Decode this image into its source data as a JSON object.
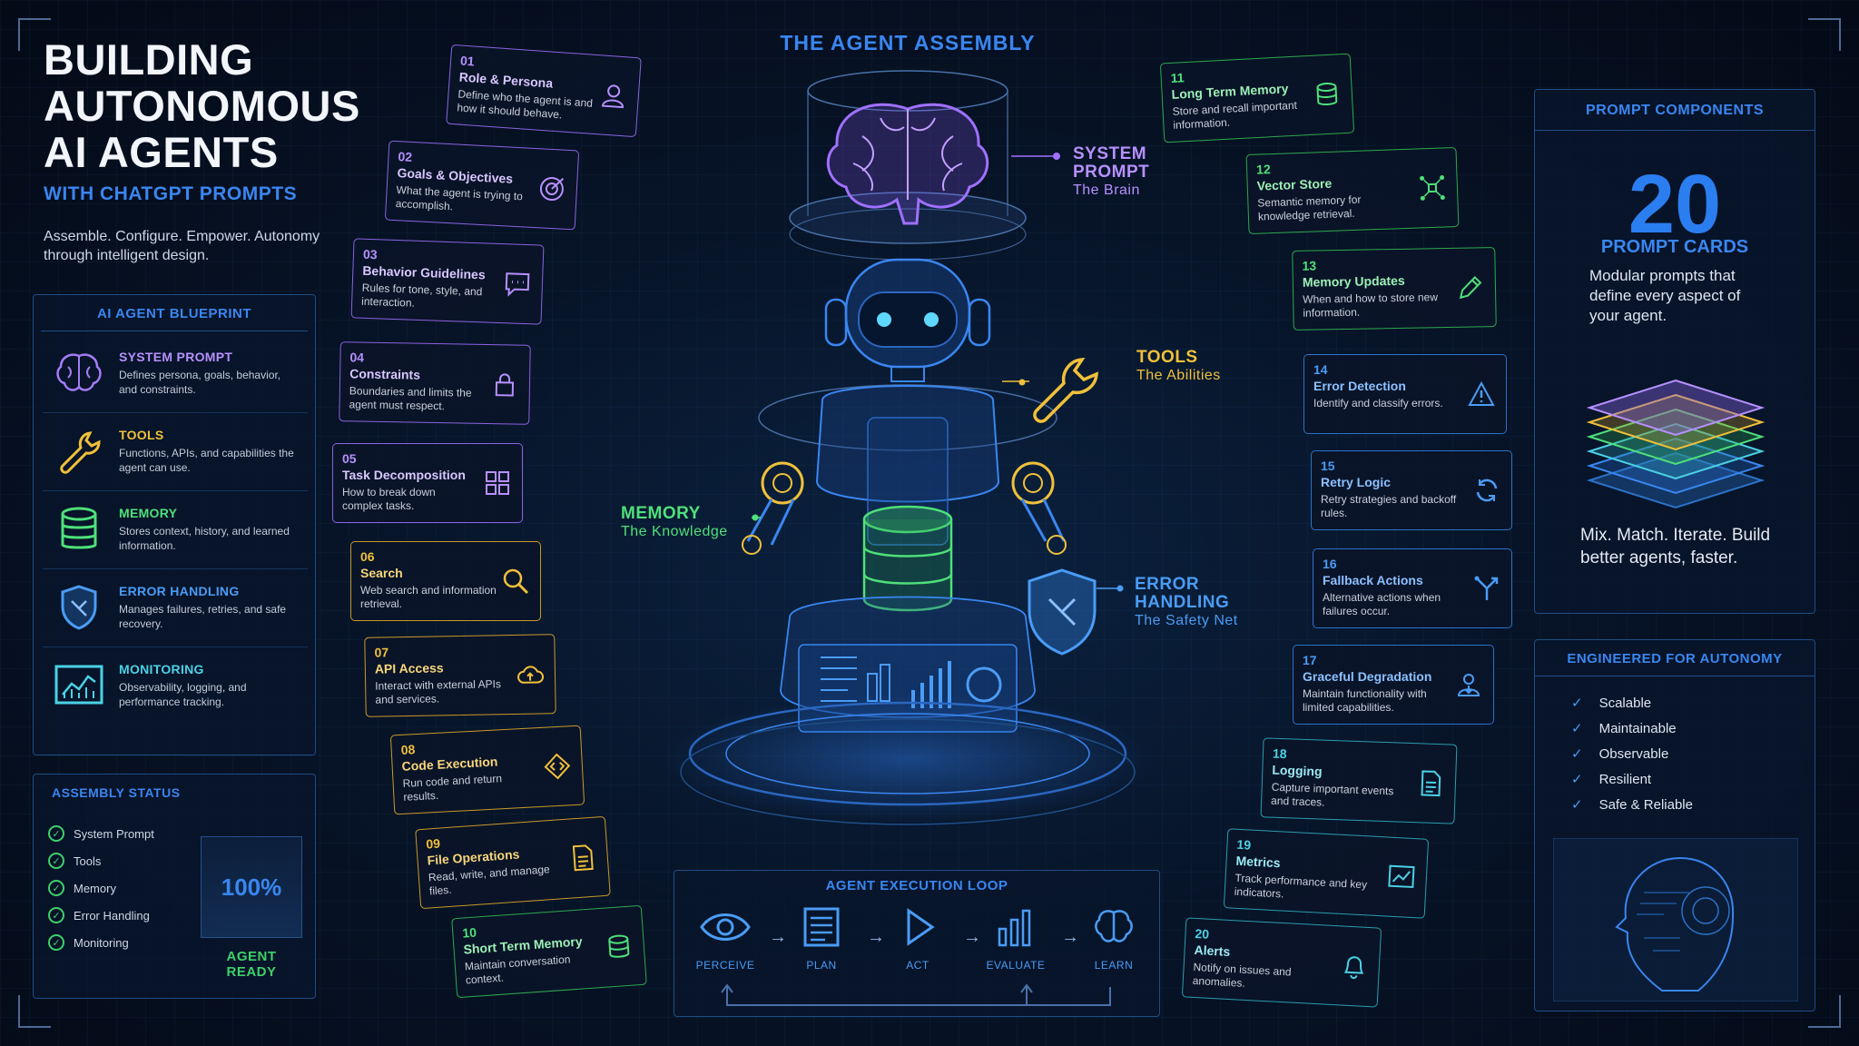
{
  "header": {
    "title": "BUILDING AUTONOMOUS AI AGENTS",
    "subtitle": "WITH CHATGPT PROMPTS",
    "tagline": "Assemble. Configure. Empower. Autonomy through intelligent design."
  },
  "blueprint": {
    "title": "AI AGENT BLUEPRINT",
    "items": [
      {
        "name": "SYSTEM PROMPT",
        "desc": "Defines persona, goals, behavior, and constraints.",
        "color": "#b690ff",
        "icon": "brain-icon"
      },
      {
        "name": "TOOLS",
        "desc": "Functions, APIs, and capabilities the agent can use.",
        "color": "#f0c03a",
        "icon": "wrench-icon"
      },
      {
        "name": "MEMORY",
        "desc": "Stores context, history, and learned information.",
        "color": "#4fe07a",
        "icon": "database-icon"
      },
      {
        "name": "ERROR HANDLING",
        "desc": "Manages failures, retries, and safe recovery.",
        "color": "#4a9cf5",
        "icon": "shield-icon"
      },
      {
        "name": "MONITORING",
        "desc": "Observability, logging, and performance tracking.",
        "color": "#4bd2e6",
        "icon": "chart-icon"
      }
    ]
  },
  "status": {
    "title": "ASSEMBLY STATUS",
    "items": [
      "System Prompt",
      "Tools",
      "Memory",
      "Error Handling",
      "Monitoring"
    ],
    "percent": "100%",
    "ready": "AGENT READY"
  },
  "assembly_title": "THE AGENT ASSEMBLY",
  "callouts": {
    "system": {
      "title1": "SYSTEM",
      "title2": "PROMPT",
      "sub": "The Brain"
    },
    "tools": {
      "title": "TOOLS",
      "sub": "The Abilities"
    },
    "memory": {
      "title": "MEMORY",
      "sub": "The Knowledge"
    },
    "error": {
      "title1": "ERROR",
      "title2": "HANDLING",
      "sub": "The Safety Net"
    }
  },
  "cards": [
    {
      "num": "01",
      "title": "Role & Persona",
      "desc": "Define who the agent is and how it should behave.",
      "theme": "purple",
      "icon": "person-icon"
    },
    {
      "num": "02",
      "title": "Goals & Objectives",
      "desc": "What the agent is trying to accomplish.",
      "theme": "purple",
      "icon": "target-icon"
    },
    {
      "num": "03",
      "title": "Behavior Guidelines",
      "desc": "Rules for tone, style, and interaction.",
      "theme": "purple",
      "icon": "chat-icon"
    },
    {
      "num": "04",
      "title": "Constraints",
      "desc": "Boundaries and limits the agent must respect.",
      "theme": "purple",
      "icon": "lock-icon"
    },
    {
      "num": "05",
      "title": "Task Decomposition",
      "desc": "How to break down complex tasks.",
      "theme": "purple",
      "icon": "grid-icon"
    },
    {
      "num": "06",
      "title": "Search",
      "desc": "Web search and information retrieval.",
      "theme": "gold",
      "icon": "search-icon"
    },
    {
      "num": "07",
      "title": "API Access",
      "desc": "Interact with external APIs and services.",
      "theme": "gold",
      "icon": "cloud-icon"
    },
    {
      "num": "08",
      "title": "Code Execution",
      "desc": "Run code and return results.",
      "theme": "gold",
      "icon": "code-icon"
    },
    {
      "num": "09",
      "title": "File Operations",
      "desc": "Read, write, and manage files.",
      "theme": "gold",
      "icon": "file-icon"
    },
    {
      "num": "10",
      "title": "Short Term Memory",
      "desc": "Maintain conversation context.",
      "theme": "green",
      "icon": "database-icon"
    },
    {
      "num": "11",
      "title": "Long Term Memory",
      "desc": "Store and recall important information.",
      "theme": "green",
      "icon": "database-icon"
    },
    {
      "num": "12",
      "title": "Vector Store",
      "desc": "Semantic memory for knowledge retrieval.",
      "theme": "green",
      "icon": "network-icon"
    },
    {
      "num": "13",
      "title": "Memory Updates",
      "desc": "When and how to store new information.",
      "theme": "green",
      "icon": "pencil-icon"
    },
    {
      "num": "14",
      "title": "Error Detection",
      "desc": "Identify and classify errors.",
      "theme": "blue",
      "icon": "warning-icon"
    },
    {
      "num": "15",
      "title": "Retry Logic",
      "desc": "Retry strategies and backoff rules.",
      "theme": "blue",
      "icon": "refresh-icon"
    },
    {
      "num": "16",
      "title": "Fallback Actions",
      "desc": "Alternative actions when failures occur.",
      "theme": "blue",
      "icon": "split-icon"
    },
    {
      "num": "17",
      "title": "Graceful Degradation",
      "desc": "Maintain functionality with limited capabilities.",
      "theme": "blue",
      "icon": "user-down-icon"
    },
    {
      "num": "18",
      "title": "Logging",
      "desc": "Capture important events and traces.",
      "theme": "teal",
      "icon": "document-icon"
    },
    {
      "num": "19",
      "title": "Metrics",
      "desc": "Track performance and key indicators.",
      "theme": "teal",
      "icon": "chart-icon"
    },
    {
      "num": "20",
      "title": "Alerts",
      "desc": "Notify on issues and anomalies.",
      "theme": "teal",
      "icon": "bell-icon"
    }
  ],
  "loop": {
    "title": "AGENT EXECUTION LOOP",
    "steps": [
      {
        "label": "PERCEIVE",
        "icon": "eye-icon"
      },
      {
        "label": "PLAN",
        "icon": "list-icon"
      },
      {
        "label": "ACT",
        "icon": "play-icon"
      },
      {
        "label": "EVALUATE",
        "icon": "bar-chart-icon"
      },
      {
        "label": "LEARN",
        "icon": "brain-icon"
      }
    ]
  },
  "prompt_components": {
    "title": "PROMPT COMPONENTS",
    "count": "20",
    "label": "PROMPT CARDS",
    "desc": "Modular prompts that define every aspect of your agent.",
    "mix": "Mix. Match. Iterate. Build better agents, faster."
  },
  "engineered": {
    "title": "ENGINEERED FOR AUTONOMY",
    "items": [
      "Scalable",
      "Maintainable",
      "Observable",
      "Resilient",
      "Safe & Reliable"
    ]
  },
  "colors": {
    "purple": "#8a63e0",
    "gold": "#c89a28",
    "green": "#2ea84e",
    "blue": "#2b72c8",
    "teal": "#2a9cae",
    "accent": "#3a86f0"
  }
}
